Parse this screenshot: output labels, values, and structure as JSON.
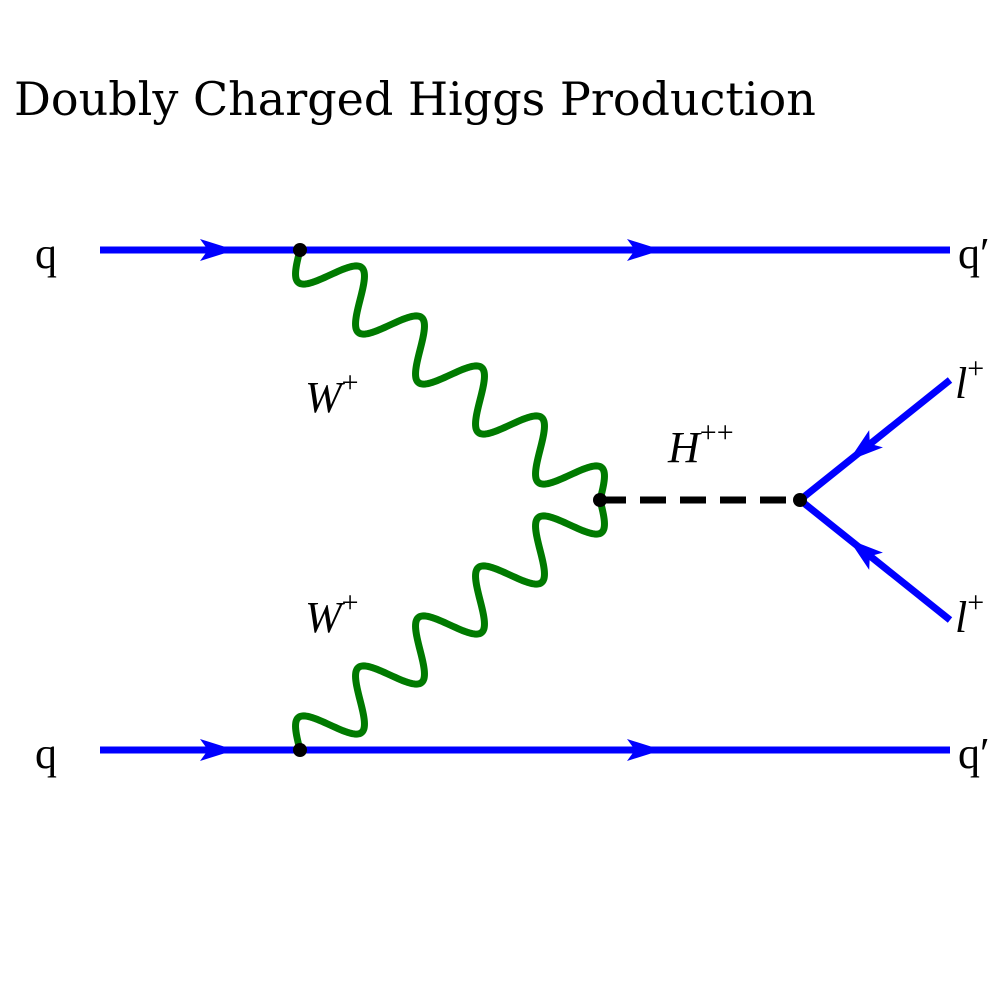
{
  "title": "Doubly Charged Higgs Production",
  "labels": {
    "q_in_top": "q",
    "q_in_bottom": "q",
    "q_out_top": "q′",
    "q_out_bottom": "q′",
    "w_top": "W",
    "w_top_sup": "+",
    "w_bottom": "W",
    "w_bottom_sup": "+",
    "higgs": "H",
    "higgs_sup": "++",
    "lepton_top": "l",
    "lepton_top_sup": "+",
    "lepton_bottom": "l",
    "lepton_bottom_sup": "+"
  },
  "colors": {
    "fermion": "#0000ff",
    "boson": "#007a00",
    "scalar": "#000000"
  }
}
